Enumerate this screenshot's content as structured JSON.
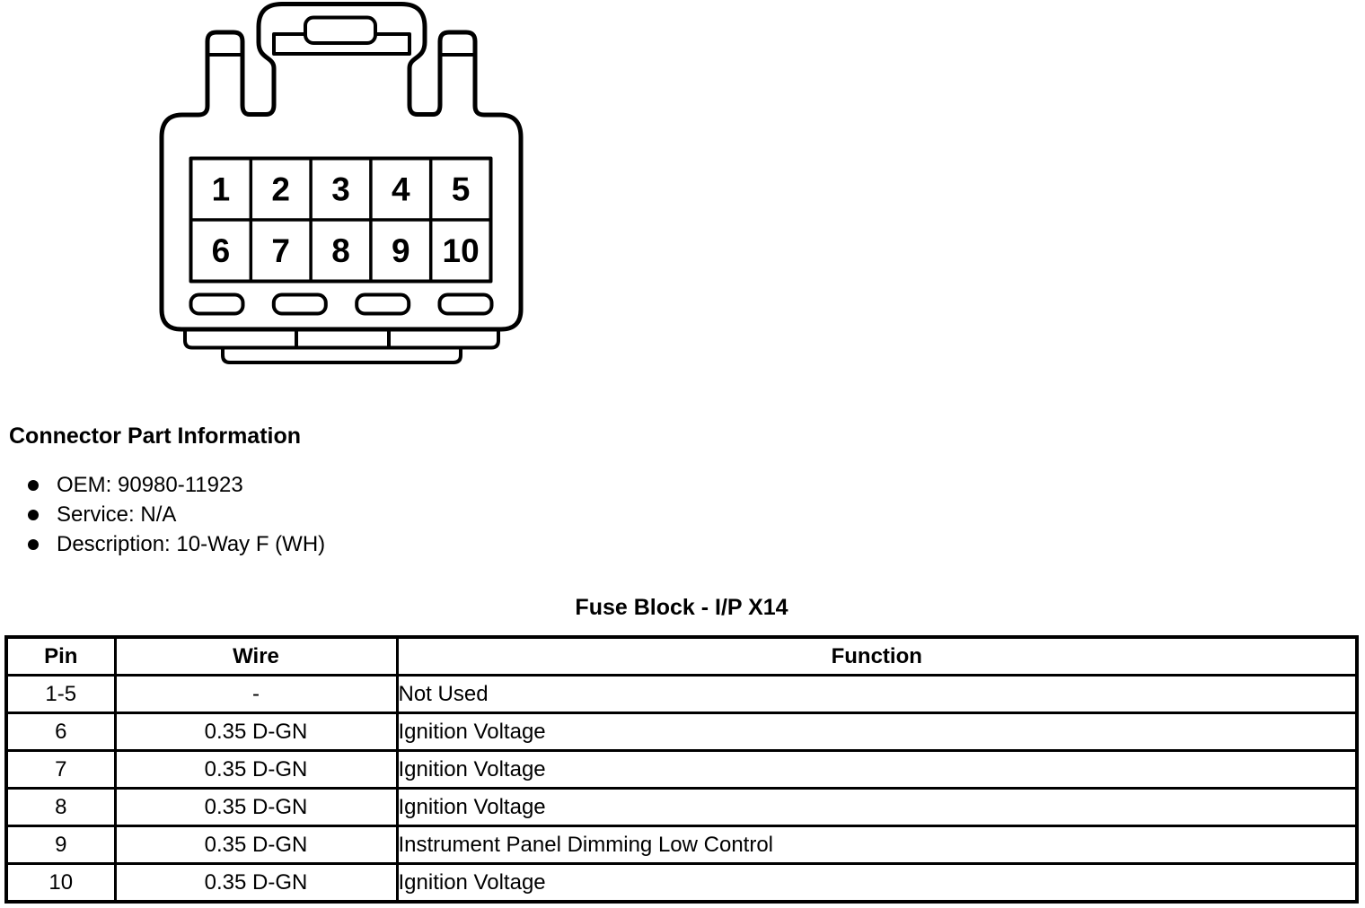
{
  "page": {
    "background": "#ffffff",
    "ink": "#000000"
  },
  "connector_diagram": {
    "description": "10-way female connector face view, two rows of five cavities",
    "pins": [
      "1",
      "2",
      "3",
      "4",
      "5",
      "6",
      "7",
      "8",
      "9",
      "10"
    ]
  },
  "part_info": {
    "heading": "Connector Part Information",
    "items": [
      "OEM: 90980-11923",
      "Service: N/A",
      "Description: 10-Way F (WH)"
    ]
  },
  "pin_table": {
    "title": "Fuse Block - I/P X14",
    "columns": [
      "Pin",
      "Wire",
      "Function"
    ],
    "rows": [
      {
        "pin": "1-5",
        "wire": "-",
        "function": "Not Used"
      },
      {
        "pin": "6",
        "wire": "0.35 D-GN",
        "function": "Ignition Voltage"
      },
      {
        "pin": "7",
        "wire": "0.35 D-GN",
        "function": "Ignition Voltage"
      },
      {
        "pin": "8",
        "wire": "0.35 D-GN",
        "function": "Ignition Voltage"
      },
      {
        "pin": "9",
        "wire": "0.35 D-GN",
        "function": "Instrument Panel Dimming Low Control"
      },
      {
        "pin": "10",
        "wire": "0.35 D-GN",
        "function": "Ignition Voltage"
      }
    ]
  }
}
